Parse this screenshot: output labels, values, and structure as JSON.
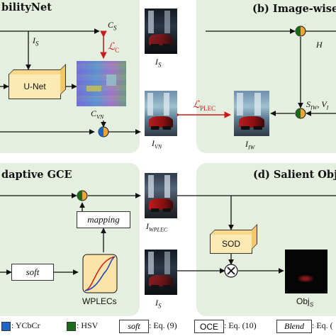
{
  "panels": {
    "a": {
      "title": "bilityNet"
    },
    "b": {
      "title": "(b) Image-wise"
    },
    "c": {
      "title": "daptive GCE"
    },
    "d": {
      "title": "(d) Salient Obje"
    }
  },
  "labels": {
    "c_s": "C",
    "c_s_sub": "S",
    "l_c": "ℒ",
    "l_c_sub": "C",
    "i_s_a": "I",
    "i_s_a_sub": "S",
    "c_vn": "C",
    "c_vn_sub": "VN",
    "i_s_top": "I",
    "i_s_top_sub": "S",
    "i_vn": "I",
    "i_vn_sub": "VN",
    "l_plec": "ℒ",
    "l_plec_sub": "PLEC",
    "i_iw": "I",
    "i_iw_sub": "IW",
    "h": "H",
    "s_iw": "S",
    "s_iw_sub": "IW",
    "v_i": ", V",
    "v_i_sub": "I",
    "i_wplec": "I",
    "i_wplec_sub": "WPLEC",
    "wplecs": "WPLECs",
    "i_s_bot": "I",
    "i_s_bot_sub": "S",
    "obj_s": "Obj",
    "obj_s_sub": "S"
  },
  "blocks": {
    "unet": "U-Net",
    "mapping": "mapping",
    "soft": "soft",
    "sod": "SOD"
  },
  "legend": {
    "ycbcr_label": ": YCbCr",
    "hsv_label": ": HSV",
    "soft_label": "soft",
    "soft_eq": ": Eq. (9)",
    "oce_label": "OCE",
    "oce_eq": ": Eq. (10)",
    "blend_label": "Blend",
    "blend_eq": ": Eq. ("
  },
  "colors": {
    "panel_bg": "#e5efdf",
    "ycbcr": "#1f66c8",
    "hsv": "#1c6b1c",
    "loss_red": "#cc1a1a",
    "block_fill": "#fde9b4",
    "curve_red": "#d32222",
    "curve_blue": "#2146c7"
  }
}
